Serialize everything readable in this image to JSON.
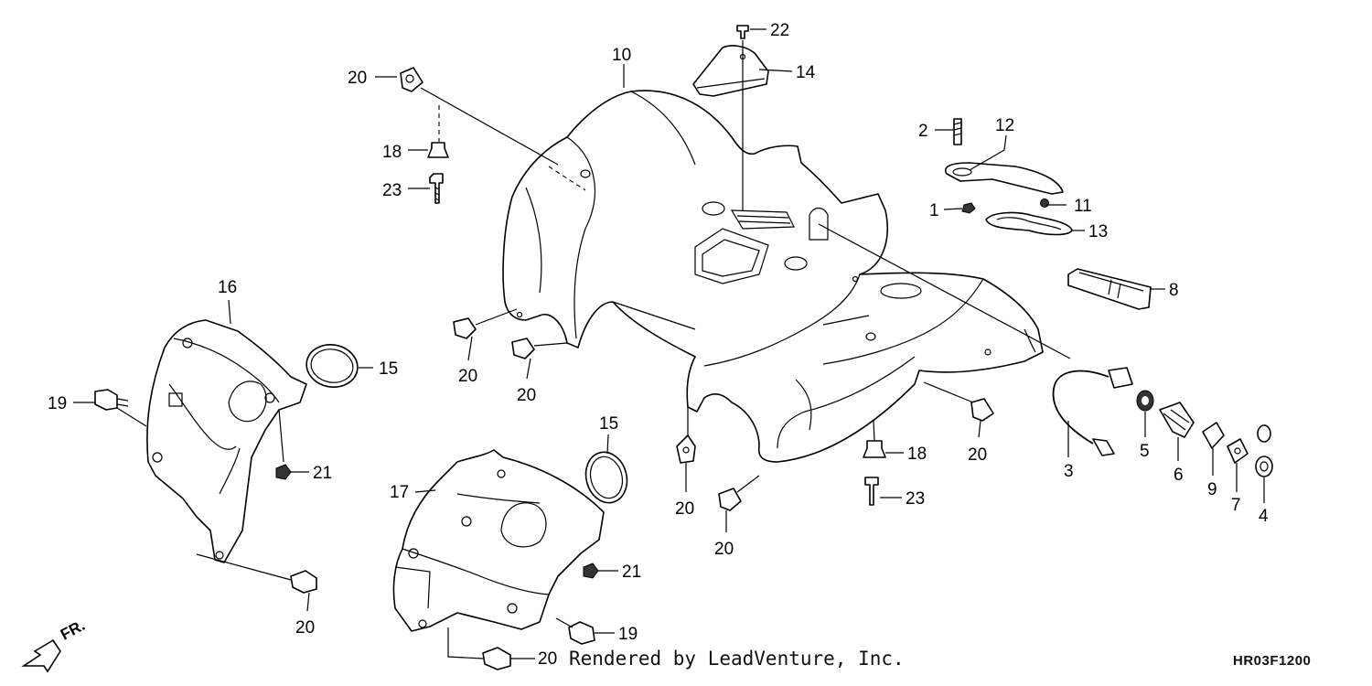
{
  "diagram": {
    "credit": "Rendered by LeadVenture, Inc.",
    "drawing_code": "HR03F1200",
    "direction_label": "FR.",
    "callouts": [
      {
        "id": "c-22",
        "label": "22"
      },
      {
        "id": "c-14",
        "label": "14"
      },
      {
        "id": "c-10",
        "label": "10"
      },
      {
        "id": "c-20a",
        "label": "20"
      },
      {
        "id": "c-18a",
        "label": "18"
      },
      {
        "id": "c-23a",
        "label": "23"
      },
      {
        "id": "c-2",
        "label": "2"
      },
      {
        "id": "c-12",
        "label": "12"
      },
      {
        "id": "c-11",
        "label": "11"
      },
      {
        "id": "c-1",
        "label": "1"
      },
      {
        "id": "c-13",
        "label": "13"
      },
      {
        "id": "c-8",
        "label": "8"
      },
      {
        "id": "c-16",
        "label": "16"
      },
      {
        "id": "c-15a",
        "label": "15"
      },
      {
        "id": "c-19a",
        "label": "19"
      },
      {
        "id": "c-21a",
        "label": "21"
      },
      {
        "id": "c-20b",
        "label": "20"
      },
      {
        "id": "c-20c",
        "label": "20"
      },
      {
        "id": "c-15b",
        "label": "15"
      },
      {
        "id": "c-17",
        "label": "17"
      },
      {
        "id": "c-21b",
        "label": "21"
      },
      {
        "id": "c-19b",
        "label": "19"
      },
      {
        "id": "c-20d",
        "label": "20"
      },
      {
        "id": "c-20e",
        "label": "20"
      },
      {
        "id": "c-20f",
        "label": "20"
      },
      {
        "id": "c-20g",
        "label": "20"
      },
      {
        "id": "c-20h",
        "label": "20"
      },
      {
        "id": "c-18b",
        "label": "18"
      },
      {
        "id": "c-23b",
        "label": "23"
      },
      {
        "id": "c-3",
        "label": "3"
      },
      {
        "id": "c-5",
        "label": "5"
      },
      {
        "id": "c-6",
        "label": "6"
      },
      {
        "id": "c-9",
        "label": "9"
      },
      {
        "id": "c-7",
        "label": "7"
      },
      {
        "id": "c-4",
        "label": "4"
      }
    ]
  }
}
